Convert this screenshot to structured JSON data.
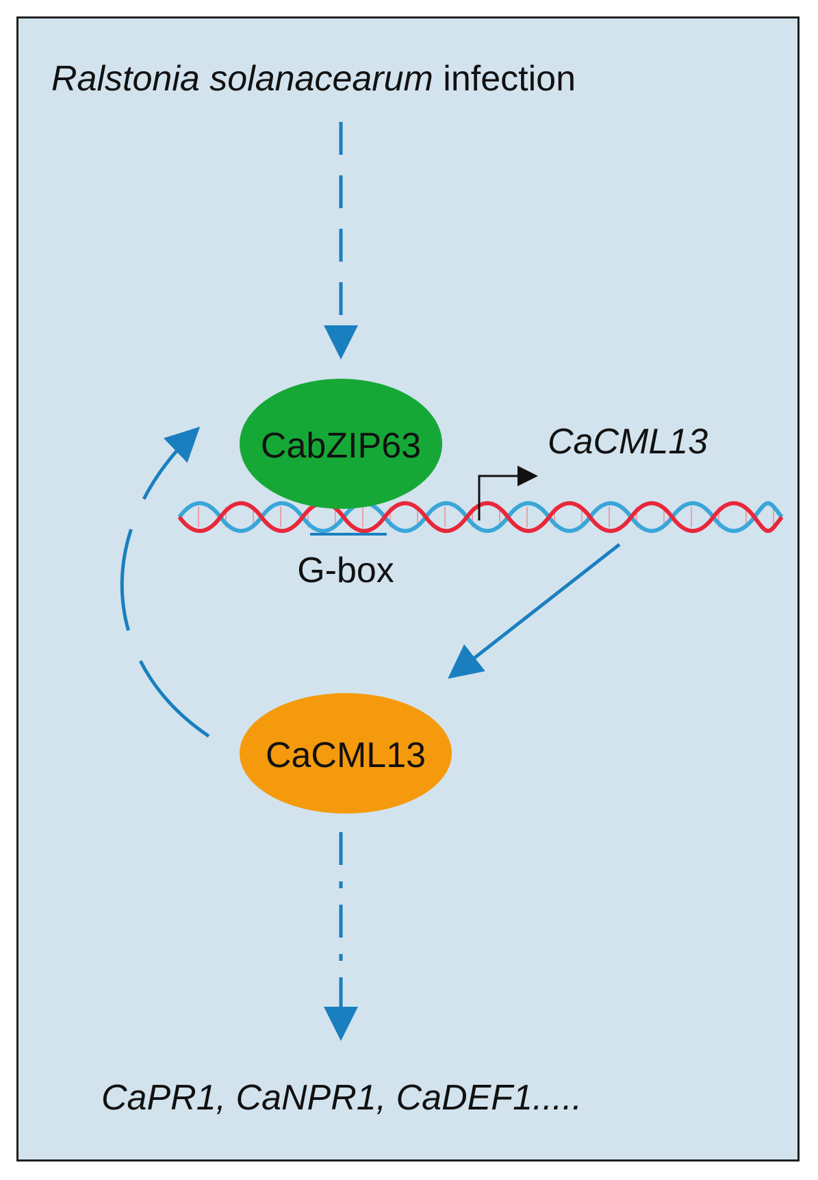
{
  "title": {
    "organism": "Ralstonia solanacearum",
    "event": " infection"
  },
  "nodes": {
    "tf": "CabZIP63",
    "gene": "CaCML13",
    "motif": "G-box",
    "protein": "CaCML13"
  },
  "targets": "CaPR1, CaNPR1, CaDEF1.....",
  "colors": {
    "panel_background": "#d2e3ee",
    "arrow_blue": "#1a7fbf",
    "tf_green": "#16a836",
    "protein_orange": "#f59a0d",
    "dna_red": "#e8283a",
    "dna_blue": "#3aa6d8"
  }
}
